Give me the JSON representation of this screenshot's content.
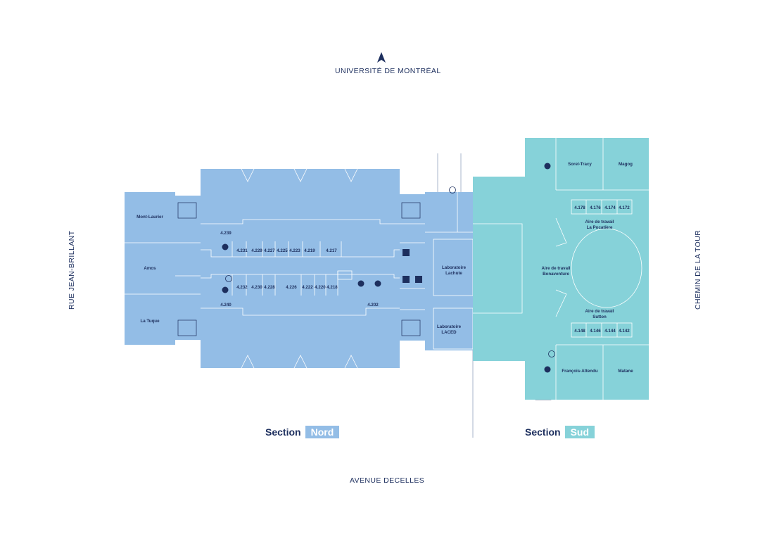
{
  "streets": {
    "north": "UNIVERSITÉ DE MONTRÉAL",
    "south": "AVENUE DECELLES",
    "west": "RUE JEAN-BRILLANT",
    "east": "CHEMIN DE LA TOUR"
  },
  "sections": {
    "nord": {
      "prefix": "Section",
      "name": "Nord"
    },
    "sud": {
      "prefix": "Section",
      "name": "Sud"
    }
  },
  "colors": {
    "nord_fill": "#93bde6",
    "sud_fill": "#86d2d9",
    "line": "#ffffff",
    "text": "#1d2f5e"
  },
  "rooms": {
    "mont_laurier": "Mont-Laurier",
    "amos": "Amos",
    "la_tuque": "La Tuque",
    "r4239": "4.239",
    "r4231": "4.231",
    "r4229": "4.229",
    "r4227": "4.227",
    "r4225": "4.225",
    "r4223": "4.223",
    "r4219": "4.219",
    "r4217": "4.217",
    "r4232": "4.232",
    "r4230": "4.230",
    "r4228": "4.228",
    "r4226": "4.226",
    "r4222": "4.222",
    "r4220": "4.220",
    "r4218": "4.218",
    "r4240": "4.240",
    "r4202": "4.202",
    "lab_lachute_1": "Laboratoire",
    "lab_lachute_2": "Lachute",
    "lab_laced_1": "Laboratoire",
    "lab_laced_2": "LACED",
    "sorel_tracy": "Sorel-Tracy",
    "magog": "Magog",
    "r4178": "4.178",
    "r4176": "4.176",
    "r4174": "4.174",
    "r4172": "4.172",
    "pocatiere_1": "Aire de travail",
    "pocatiere_2": "La Pocatière",
    "bonaventure_1": "Aire de travail",
    "bonaventure_2": "Bonaventure",
    "sutton_1": "Aire de travail",
    "sutton_2": "Sutton",
    "r4148": "4.148",
    "r4146": "4.146",
    "r4144": "4.144",
    "r4142": "4.142",
    "francois_attendu": "François-Attendu",
    "matane": "Matane"
  }
}
